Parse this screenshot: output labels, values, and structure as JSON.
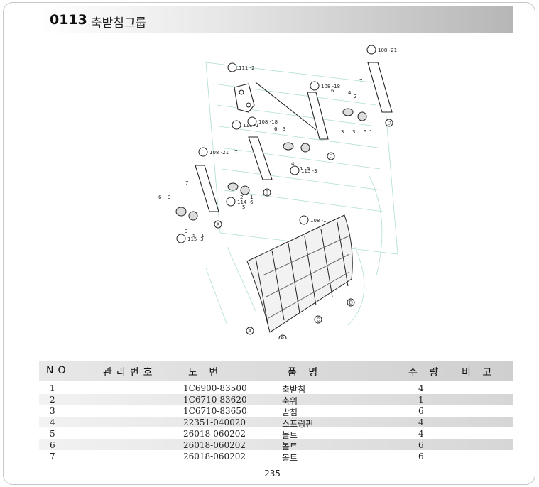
{
  "header": {
    "code": "0113",
    "title": "축받침그룹"
  },
  "diagram": {
    "callouts": {
      "c111_2": "111 -2",
      "c111_1": "111 -1",
      "c108_18a": "108 -18",
      "c108_18b": "108 -18",
      "c108_21a": "108 -21",
      "c108_21b": "108 -21",
      "c115_3a": "115 -3",
      "c115_3b": "115 -3",
      "c114_6": "114 -6",
      "c108_1": "108 -1"
    },
    "letters": {
      "A": "A",
      "B": "B",
      "C": "C",
      "D": "D"
    },
    "part_nums": [
      "7",
      "6",
      "4",
      "2",
      "3",
      "1",
      "5",
      "3",
      "6",
      "3",
      "1",
      "5",
      "7",
      "4",
      "2",
      "5",
      "1",
      "6",
      "3",
      "7",
      "3",
      "5",
      "1"
    ]
  },
  "table": {
    "headers": {
      "no": "NO",
      "mgmt": "관리번호",
      "drawing": "도 번",
      "name": "품 명",
      "qty": "수 량",
      "note": "비 고"
    },
    "rows": [
      {
        "no": "1",
        "drawing": "1C6900-83500",
        "name": "축받침",
        "qty": "4"
      },
      {
        "no": "2",
        "drawing": "1C6710-83620",
        "name": "축위",
        "qty": "1"
      },
      {
        "no": "3",
        "drawing": "1C6710-83650",
        "name": "받침",
        "qty": "6"
      },
      {
        "no": "4",
        "drawing": "22351-040020",
        "name": "스프링핀",
        "qty": "4"
      },
      {
        "no": "5",
        "drawing": "26018-060202",
        "name": "볼트",
        "qty": "4"
      },
      {
        "no": "6",
        "drawing": "26018-060202",
        "name": "볼트",
        "qty": "6"
      },
      {
        "no": "7",
        "drawing": "26018-060202",
        "name": "볼트",
        "qty": "6"
      }
    ]
  },
  "footer": {
    "page": "- 235 -"
  }
}
